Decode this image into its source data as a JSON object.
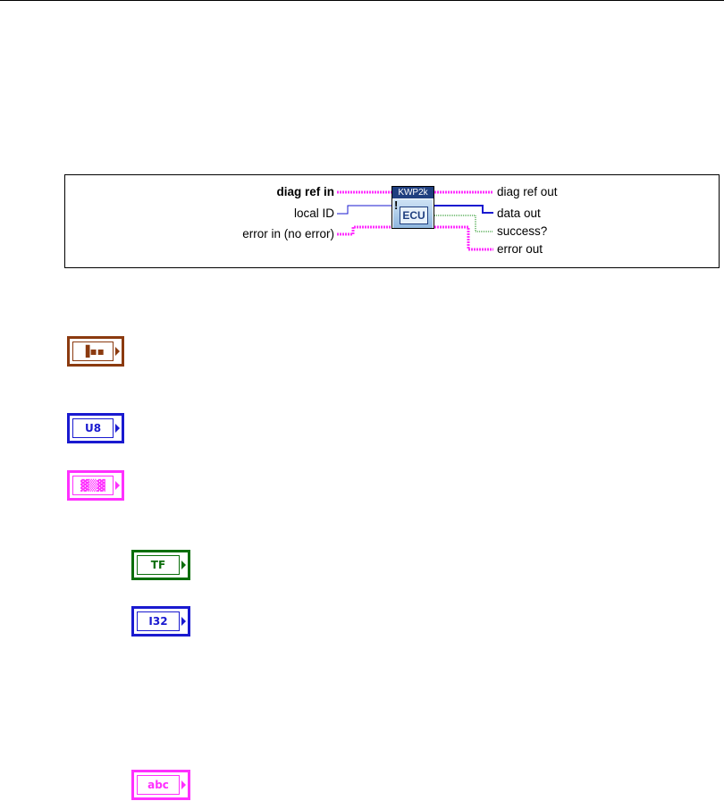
{
  "vi": {
    "banner": "KWP2k",
    "bang": "!",
    "body_text": "ECU"
  },
  "inputs": {
    "diag_ref_in": "diag ref in",
    "local_id": "local ID",
    "error_in": "error in (no error)"
  },
  "outputs": {
    "diag_ref_out": "diag ref out",
    "data_out": "data out",
    "success": "success?",
    "error_out": "error out"
  },
  "terminals": [
    {
      "glyph": "▐▪▪",
      "color": "#8b3a0f"
    },
    {
      "glyph": "U8",
      "color": "#1a1ad0"
    },
    {
      "glyph": "▓▒▓",
      "color": "#ff30ff"
    },
    {
      "glyph": "TF",
      "color": "#0a6e0a"
    },
    {
      "glyph": "I32",
      "color": "#1a1ad0"
    },
    {
      "glyph": "abc",
      "color": "#ff30ff"
    }
  ],
  "colors": {
    "cluster_wire": "#ff30ff",
    "numeric_wire": "#1a1ad0",
    "boolean_wire": "#0a8a0a"
  }
}
